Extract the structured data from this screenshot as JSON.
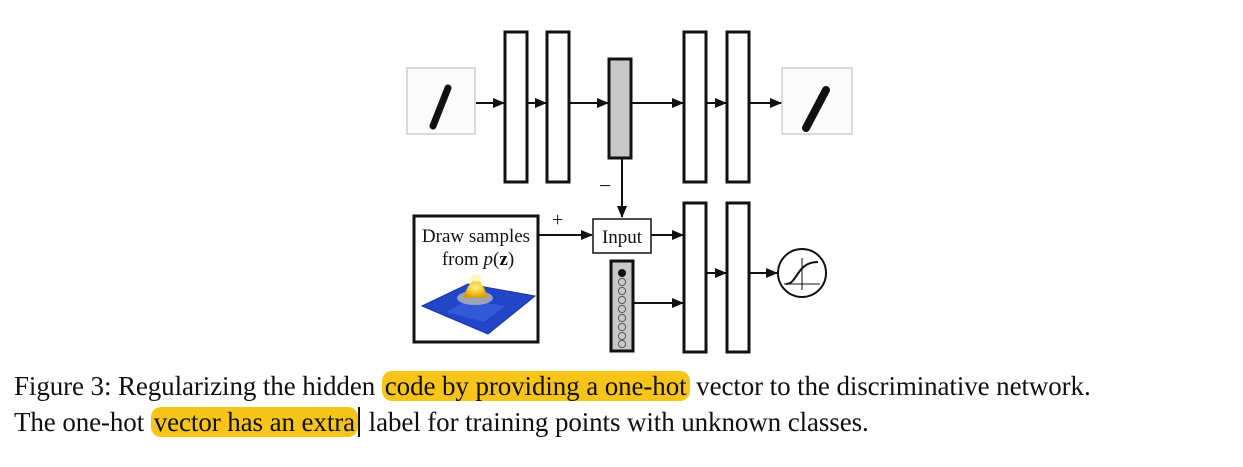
{
  "figure": {
    "plus_sign": "+",
    "minus_sign": "−",
    "sampler_line1": "Draw samples",
    "sampler_line2_prefix": "from ",
    "sampler_line2_p": "p",
    "sampler_line2_open": "(",
    "sampler_line2_z": "z",
    "sampler_line2_close": ")",
    "input_label": "Input",
    "colors": {
      "highlight": "#f7c51a",
      "code_gray": "#c8c8c8",
      "dist_blue": "#2346c8",
      "dist_yellow": "#f2c21a"
    }
  },
  "caption": {
    "part1": "Figure 3: Regularizing the hidden ",
    "hl1": "code by providing a one-hot",
    "part2": " vector to the discriminative network.",
    "part3": "The one-hot ",
    "hl2": "vector has an extra",
    "part4": " label for training points with unknown classes."
  }
}
